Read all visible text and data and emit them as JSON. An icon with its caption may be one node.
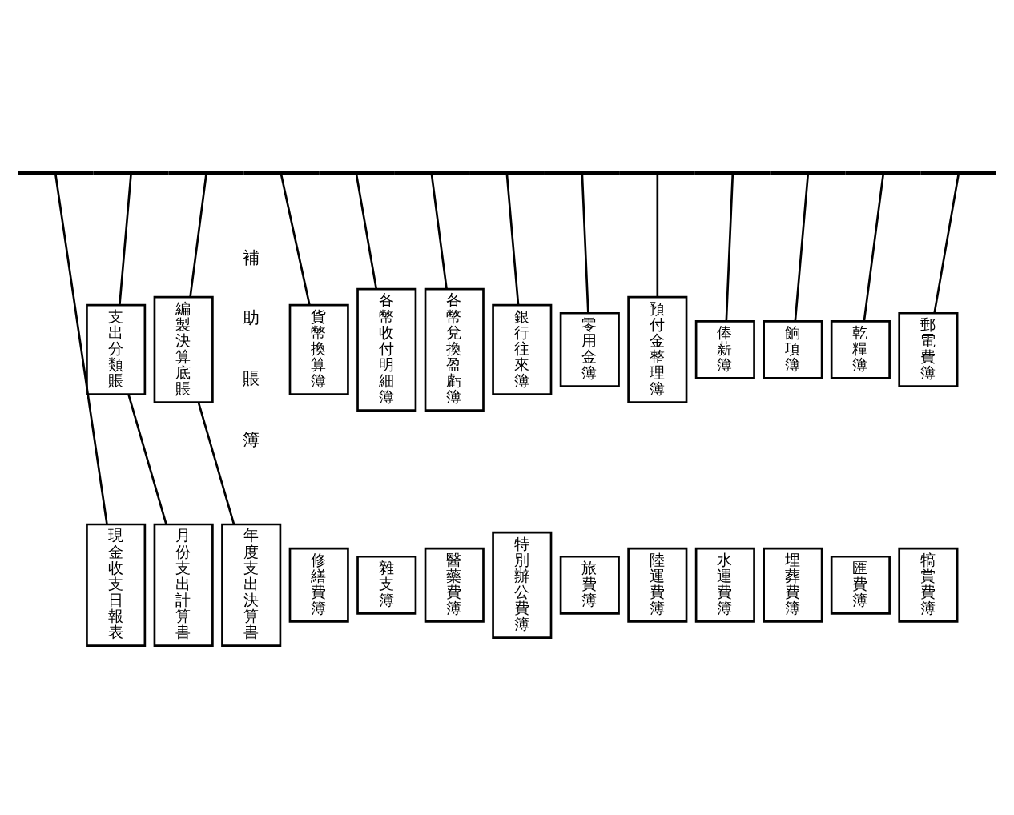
{
  "diagram": {
    "nodes": [
      {
        "text": [],
        "shape": "bar"
      },
      {
        "text": [
          "支出分類賬"
        ]
      },
      {
        "text": [
          "編製決算底賬"
        ]
      },
      {
        "text": [
          "貨幣換算簿"
        ]
      },
      {
        "text": [
          "各幣收付明細簿"
        ]
      },
      {
        "text": [
          "各幣兌換盈虧簿"
        ]
      },
      {
        "text": [
          "銀行往來簿"
        ]
      },
      {
        "text": [
          "零用金簿"
        ]
      },
      {
        "text": [
          "預付金整理簿"
        ]
      },
      {
        "text": [
          "俸薪簿"
        ]
      },
      {
        "text": [
          "餉項簿"
        ]
      },
      {
        "text": [
          "乾糧簿"
        ]
      },
      {
        "text": [
          "郵電費簿"
        ]
      },
      {
        "text": [
          "現金收支日報表"
        ]
      },
      {
        "text": [
          "月份支出計算書"
        ]
      },
      {
        "text": [
          "年度支出決算書"
        ]
      },
      {
        "text": [
          "修繕費簿"
        ]
      },
      {
        "text": [
          "雜支簿"
        ]
      },
      {
        "text": [
          "醫藥費簿"
        ]
      },
      {
        "text": [
          "特別辦公費簿"
        ]
      },
      {
        "text": [
          "旅費簿"
        ]
      },
      {
        "text": [
          "陸運費簿"
        ]
      },
      {
        "text": [
          "水運費簿"
        ]
      },
      {
        "text": [
          "埋葬費簿"
        ]
      },
      {
        "text": [
          "匯費簿"
        ]
      },
      {
        "text": [
          "犒賞費簿"
        ]
      }
    ],
    "edges": [
      {
        "from": 0,
        "to": 13,
        "arrow": "none"
      },
      {
        "from": 0,
        "to": 1,
        "arrow": "none"
      },
      {
        "from": 0,
        "to": 2,
        "arrow": "none"
      },
      {
        "from": 0,
        "to": 3,
        "arrow": "none"
      },
      {
        "from": 0,
        "to": 4,
        "arrow": "none"
      },
      {
        "from": 0,
        "to": 5,
        "arrow": "none"
      },
      {
        "from": 0,
        "to": 6,
        "arrow": "none"
      },
      {
        "from": 0,
        "to": 7,
        "arrow": "none"
      },
      {
        "from": 0,
        "to": 8,
        "arrow": "none"
      },
      {
        "from": 0,
        "to": 9,
        "arrow": "none"
      },
      {
        "from": 0,
        "to": 10,
        "arrow": "none"
      },
      {
        "from": 0,
        "to": 11,
        "arrow": "none"
      },
      {
        "from": 0,
        "to": 12,
        "arrow": "none"
      },
      {
        "from": 1,
        "to": 14,
        "arrow": "none"
      },
      {
        "from": 2,
        "to": 15,
        "arrow": "none"
      }
    ],
    "labels": [
      "補助賬簿"
    ]
  }
}
